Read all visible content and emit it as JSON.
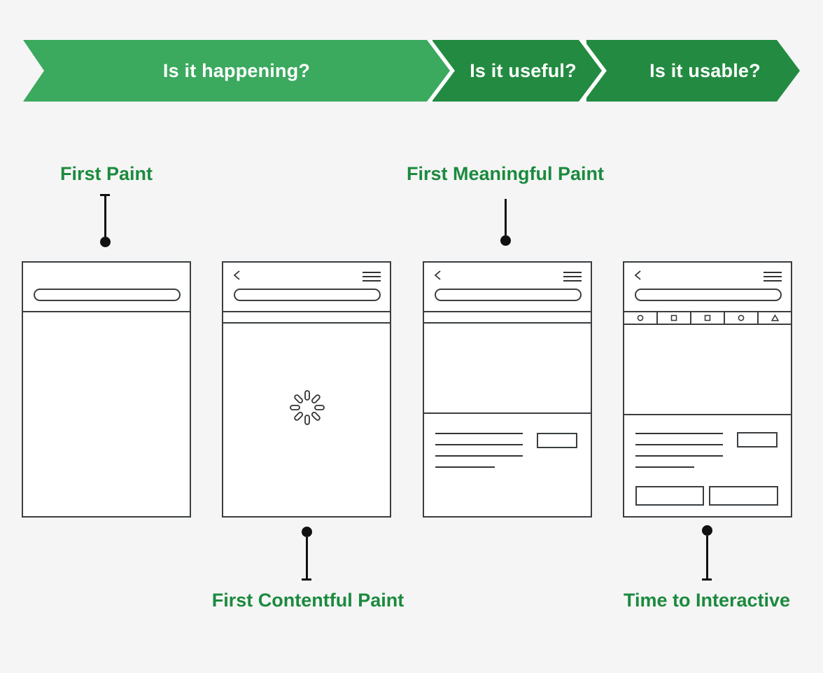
{
  "banner": {
    "segments": [
      {
        "label": "Is it happening?",
        "color": "#3ba95e"
      },
      {
        "label": "Is it useful?",
        "color": "#238b41"
      },
      {
        "label": "Is it usable?",
        "color": "#238b41"
      }
    ],
    "separator_color": "#ffffff"
  },
  "metrics": {
    "first_paint": {
      "label": "First Paint",
      "pin": "cap-top-dot-bottom"
    },
    "first_contentful_paint": {
      "label": "First Contentful Paint",
      "pin": "dot-top-cap-bottom"
    },
    "first_meaningful_paint": {
      "label": "First Meaningful Paint",
      "pin": "line-top-dot-bottom"
    },
    "time_to_interactive": {
      "label": "Time to Interactive",
      "pin": "dot-top-cap-bottom"
    }
  },
  "phones": {
    "first_paint": {
      "parts": [
        "url-pill",
        "empty-body"
      ]
    },
    "first_contentful_paint": {
      "parts": [
        "back-icon",
        "menu-icon",
        "url-pill",
        "band",
        "spinner-icon"
      ]
    },
    "first_meaningful_paint": {
      "parts": [
        "back-icon",
        "menu-icon",
        "url-pill",
        "band",
        "hero",
        "text-lines",
        "button"
      ]
    },
    "time_to_interactive": {
      "parts": [
        "back-icon",
        "menu-icon",
        "url-pill",
        "toolbar",
        "hero",
        "text-lines",
        "button",
        "button",
        "button"
      ],
      "toolbar_icons": [
        "circle",
        "square",
        "square",
        "circle",
        "triangle"
      ]
    }
  },
  "colors": {
    "background": "#f5f5f5",
    "label_green": "#1b8a3e",
    "banner_light_green": "#3ba95e",
    "banner_dark_green": "#238b41",
    "wireframe_line": "#3a3e41",
    "pin_black": "#111111",
    "banner_text": "#ffffff"
  }
}
